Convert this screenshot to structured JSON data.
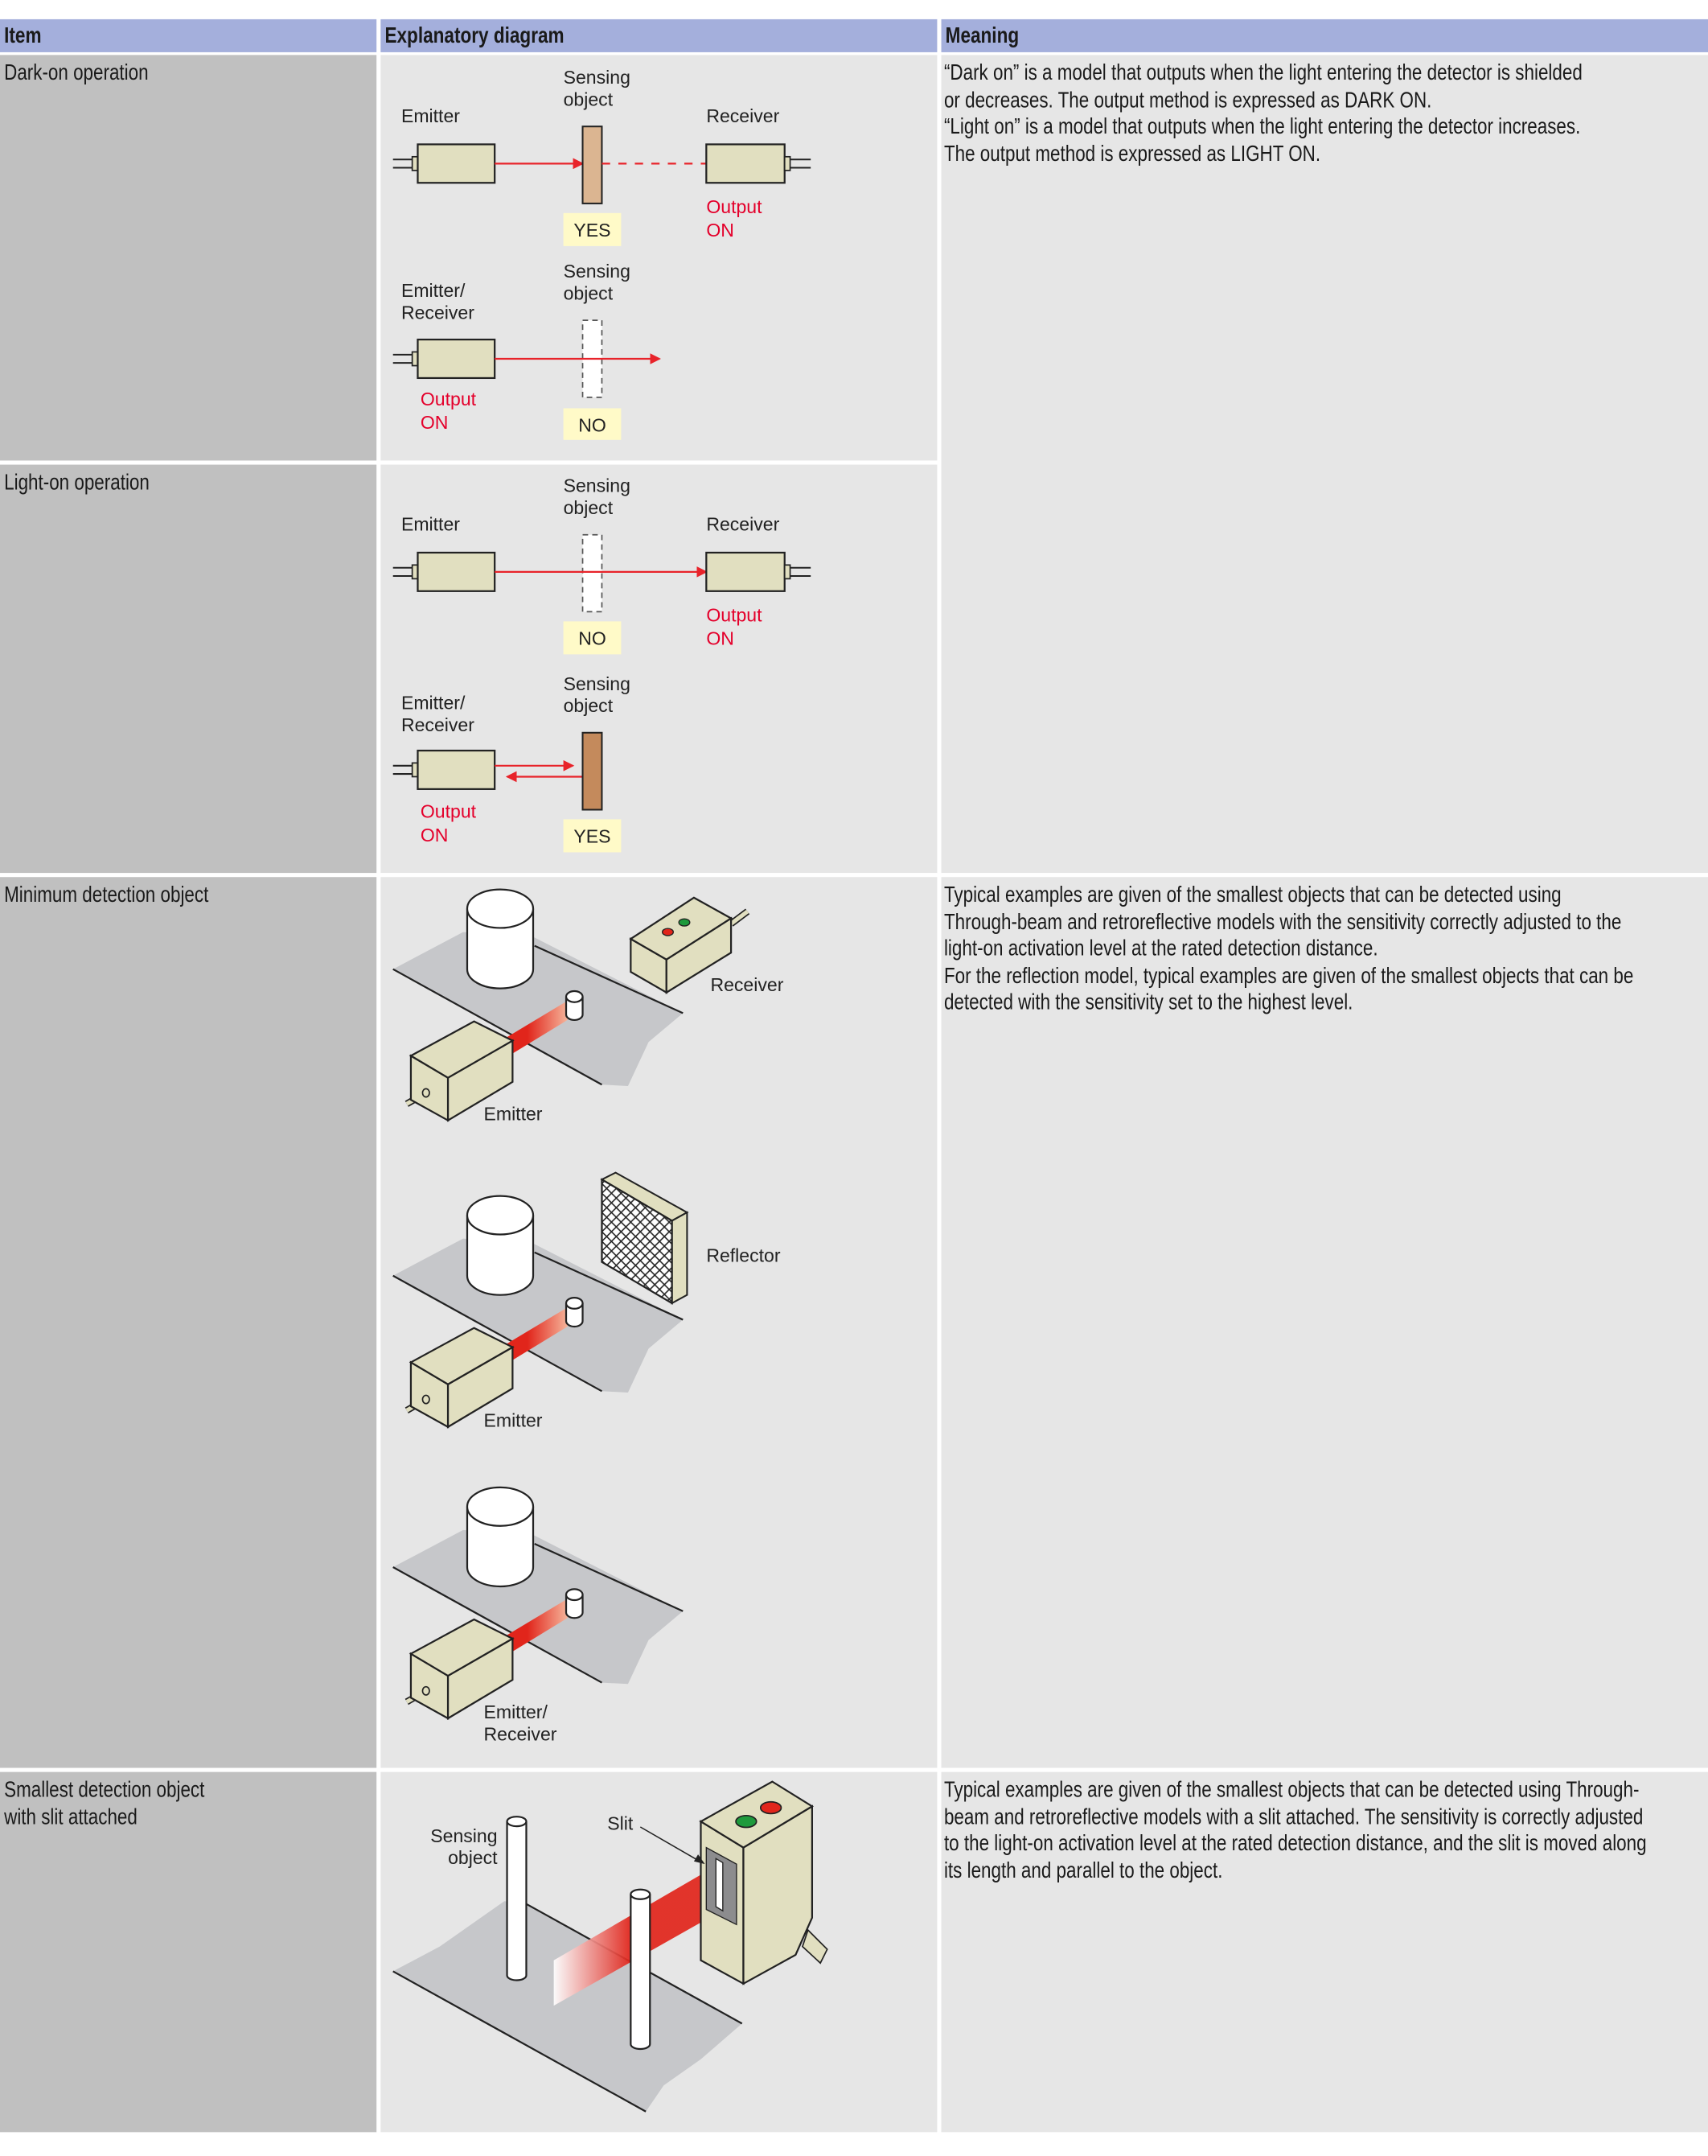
{
  "header": {
    "item": "Item",
    "diagram": "Explanatory diagram",
    "meaning": "Meaning"
  },
  "rows": {
    "dark_on": {
      "item": "Dark-on operation"
    },
    "light_on": {
      "item": "Light-on operation"
    },
    "min_detection": {
      "item": "Minimum detection object"
    },
    "slit": {
      "item": [
        "Smallest detection object",
        "with slit attached"
      ]
    }
  },
  "meaning": {
    "on_modes": [
      "“Dark on” is a model that outputs when the light entering the detector is shielded",
      "or decreases. The output method is expressed as DARK ON.",
      "“Light on” is a model that outputs when the light entering the detector increases.",
      "The output method is expressed as LIGHT ON."
    ],
    "min_detection": [
      "Typical examples are given of the smallest objects that can be detected using",
      "Through-beam and retroreflective models with the sensitivity correctly adjusted to the",
      "light-on activation level at the rated detection distance.",
      "For the reflection model, typical examples are given of the smallest objects that can be",
      "detected with the sensitivity set to the highest level."
    ],
    "slit": [
      "Typical examples are given of the smallest objects that can be detected using Through-",
      "beam and retroreflective models with a slit attached. The sensitivity is correctly adjusted",
      "to the light-on activation level at the rated detection distance, and the slit is moved along",
      "its length and parallel to the object."
    ]
  },
  "labels": {
    "emitter": "Emitter",
    "receiver": "Receiver",
    "reflector": "Reflector",
    "slit": "Slit",
    "sensing_object": [
      "Sensing",
      "object"
    ],
    "emitter_receiver": [
      "Emitter/",
      "Receiver"
    ],
    "output_on": [
      "Output",
      "ON"
    ],
    "yes": "YES",
    "no": "NO"
  },
  "colors": {
    "header": "#a4afdc",
    "item_column": "#c0c0c0",
    "cell": "#e6e6e6",
    "beam": "#e8232a",
    "output_text": "#e4002b",
    "badge": "#fffac8",
    "sensor_body": "#e1dfc0"
  }
}
